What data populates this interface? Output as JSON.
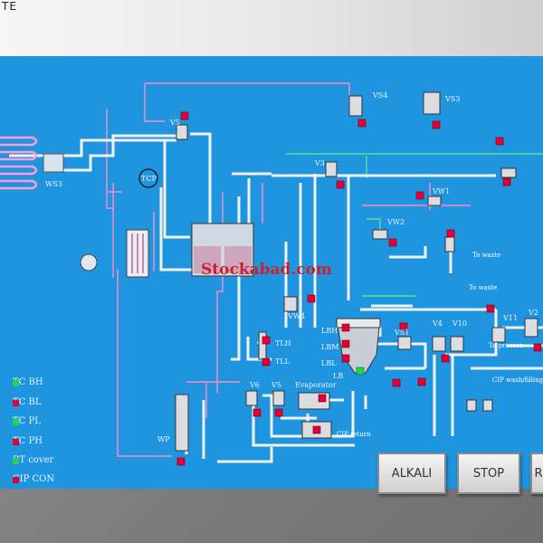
{
  "window": {
    "title": "TE"
  },
  "watermark": "Stockabad.com",
  "colors": {
    "screen": "#1f95e0",
    "pipe": "#f2f2f2",
    "line_pink": "#ff8ac8",
    "line_green": "#52e0a0",
    "led_red": "#e2003a",
    "led_green": "#1fd84a"
  },
  "status_panel": [
    {
      "label": "TC BH",
      "led": "green"
    },
    {
      "label": "TC BL",
      "led": "red"
    },
    {
      "label": "TC PL",
      "led": "green"
    },
    {
      "label": "TC PH",
      "led": "red"
    },
    {
      "label": "BT cover",
      "led": "green"
    },
    {
      "label": "CIP CON",
      "led": "red"
    }
  ],
  "components": {
    "ws3": "WS3",
    "tcp": "TCP",
    "v5_top": "V5",
    "v4_top": "VS4",
    "v3_top": "VS3",
    "v3_mid": "V3",
    "vw2": "VW2",
    "vw1": "VW1",
    "tlh": "TLH",
    "tll": "TLL",
    "vw4": "VW4",
    "v6": "V6",
    "v5_low": "V5",
    "wp": "WP",
    "lbh": "LBH",
    "lbm": "LBM",
    "lbl": "LBL",
    "lb": "LB",
    "v4_right": "V4",
    "v10": "V10",
    "v11": "V11",
    "v2": "V2",
    "vs1": "VS1",
    "to_waste": "To waste",
    "to_waste_2": "To waste",
    "to_process": "To process",
    "evaporator": "Evaporator",
    "cip_return": "CIP return",
    "cip_wash": "CIP wash/filling line"
  },
  "buttons": {
    "alkali": "ALKALI",
    "stop": "STOP",
    "next": "R"
  }
}
